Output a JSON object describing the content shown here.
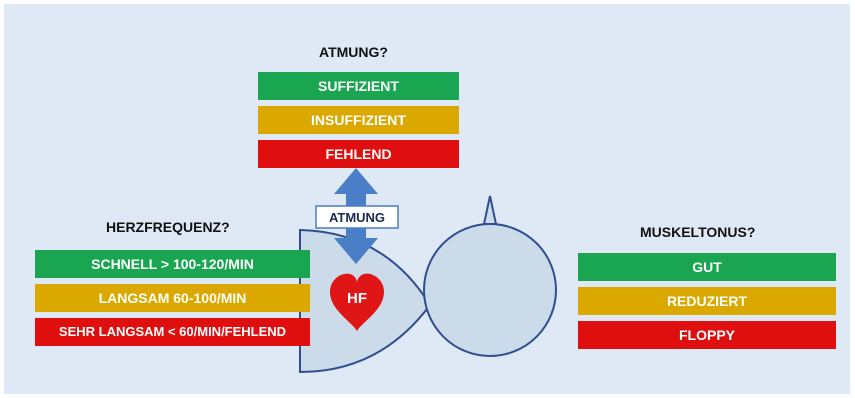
{
  "colors": {
    "green": "#1aa651",
    "yellow": "#dba800",
    "red": "#e00f0f",
    "background": "#dfe9f5",
    "arrow": "#4a7ec6",
    "infant_fill": "#ccdbe9",
    "infant_outline": "#2f4f8f"
  },
  "atmung": {
    "heading": "ATMUNG?",
    "options": [
      "SUFFIZIENT",
      "INSUFFIZIENT",
      "FEHLEND"
    ]
  },
  "herzfrequenz": {
    "heading": "HERZFREQUENZ?",
    "options": [
      "SCHNELL > 100-120/MIN",
      "LANGSAM 60-100/MIN",
      "SEHR LANGSAM < 60/MIN/FEHLEND"
    ]
  },
  "muskeltonus": {
    "heading": "MUSKELTONUS?",
    "options": [
      "GUT",
      "REDUZIERT",
      "FLOPPY"
    ]
  },
  "figure": {
    "arrow_label": "ATMUNG",
    "heart_label": "HF",
    "icons": [
      "double-arrow-icon",
      "heart-icon",
      "infant-head-icon"
    ]
  }
}
